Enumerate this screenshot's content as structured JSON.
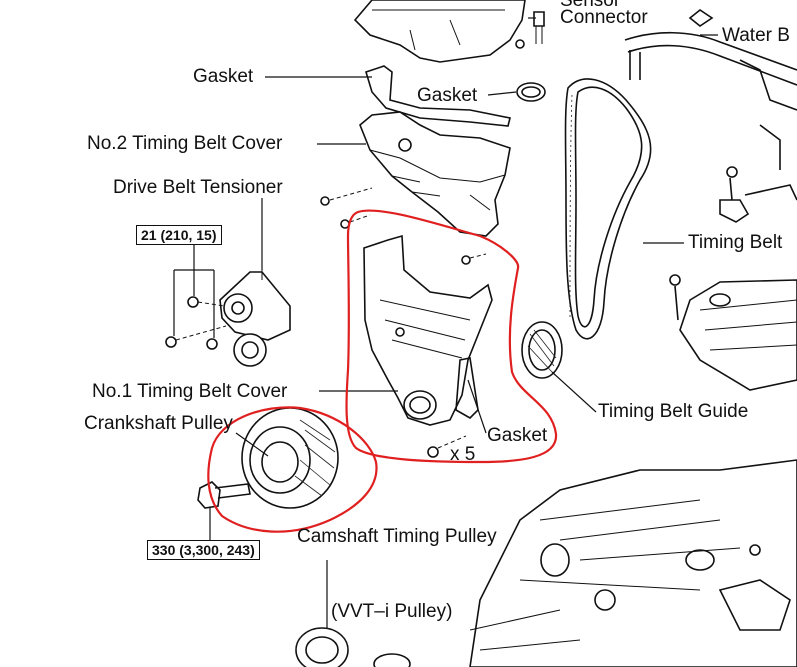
{
  "labels": {
    "sensor_connector_1": "Sensor",
    "sensor_connector_2": "Connector",
    "water_bypass": "Water B",
    "gasket_top": "Gasket",
    "gasket_plug": "Gasket",
    "no2_timing_belt_cover": "No.2 Timing Belt Cover",
    "drive_belt_tensioner": "Drive Belt Tensioner",
    "timing_belt": "Timing Belt",
    "no1_timing_belt_cover": "No.1 Timing Belt Cover",
    "crankshaft_pulley": "Crankshaft Pulley",
    "gasket_lower": "Gasket",
    "bolt_count": "x 5",
    "timing_belt_guide": "Timing Belt Guide",
    "camshaft_timing_pulley": "Camshaft Timing Pulley",
    "vvti_pulley": "(VVT–i Pulley)"
  },
  "torque_specs": {
    "tensioner": "21 (210, 15)",
    "crankshaft": "330 (3,300, 243)"
  },
  "colors": {
    "markup": "#e02020",
    "line": "#111111"
  }
}
